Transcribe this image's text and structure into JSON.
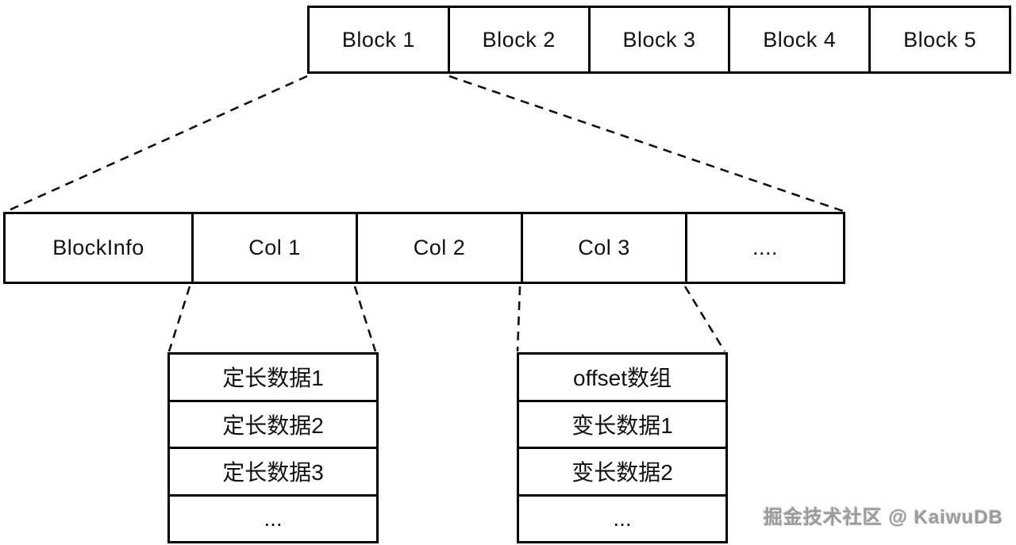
{
  "diagram_title": "block-storage-layout",
  "top_row": {
    "blocks": [
      "Block 1",
      "Block 2",
      "Block 3",
      "Block 4",
      "Block 5"
    ]
  },
  "block_detail_row": {
    "cells": [
      "BlockInfo",
      "Col 1",
      "Col 2",
      "Col 3",
      "...."
    ]
  },
  "fixed_length_stack": {
    "rows": [
      "定长数据1",
      "定长数据2",
      "定长数据3",
      "..."
    ]
  },
  "variable_length_stack": {
    "rows": [
      "offset数组",
      "变长数据1",
      "变长数据2",
      "..."
    ]
  },
  "watermark": "掘金技术社区 @ KaiwuDB",
  "colors": {
    "border": "#000000",
    "background": "#ffffff",
    "text": "#111111",
    "watermark": "#9b9b9b"
  }
}
